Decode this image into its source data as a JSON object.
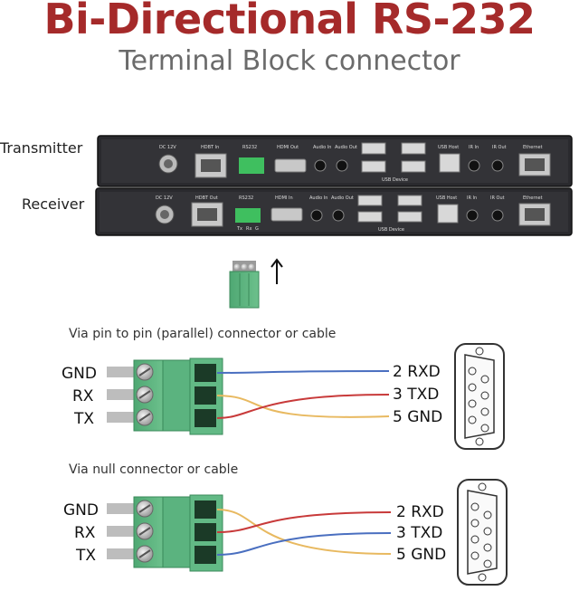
{
  "header": {
    "title": "Bi-Directional RS-232",
    "subtitle": "Terminal Block connector"
  },
  "devices": {
    "transmitter_label": "Transmitter",
    "receiver_label": "Receiver",
    "panel_labels": [
      "DC 12V",
      "HDBT In",
      "RS232",
      "HDMI Out",
      "Audio In",
      "Audio Out",
      "USB Device",
      "USB Host",
      "IR In",
      "IR Out",
      "Ethernet"
    ],
    "receiver_panel_labels": [
      "DC 12V",
      "HDBT Out",
      "RS232",
      "HDMI In",
      "Audio In",
      "Audio Out",
      "USB Device",
      "USB Host",
      "IR In",
      "IR Out",
      "Ethernet"
    ],
    "rs232_pins": [
      "Tx",
      "Rx",
      "G"
    ]
  },
  "parallel": {
    "caption": "Via pin to pin (parallel) connector or cable",
    "terminal_pins": [
      "GND",
      "RX",
      "TX"
    ],
    "db9_pins": [
      "2 RXD",
      "3 TXD",
      "5 GND"
    ]
  },
  "null_modem": {
    "caption": "Via null connector or cable",
    "terminal_pins": [
      "GND",
      "RX",
      "TX"
    ],
    "db9_pins": [
      "2 RXD",
      "3 TXD",
      "5 GND"
    ]
  },
  "colors": {
    "title": "#a52a2a",
    "terminal_green": "#5bb37f",
    "wire_blue": "#4a6fc0",
    "wire_red": "#c83a3a",
    "wire_yellow": "#e8b960"
  }
}
